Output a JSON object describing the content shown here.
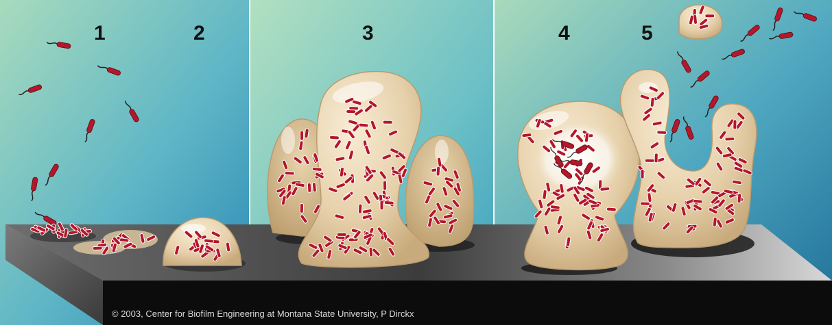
{
  "figure": {
    "stage_labels": [
      "1",
      "2",
      "3",
      "4",
      "5"
    ],
    "credit": "© 2003, Center for Biofilm Engineering at Montana State University, P Dirckx"
  },
  "colors": {
    "panel_top": "#9fd3bb",
    "panel_bottom": "#2d93bb",
    "surface_top": "#4a4a4a",
    "surface_front": "#0c0c0c",
    "biofilm": "#e9d6b4",
    "biofilm_edge": "#b99b6e",
    "bacterium": "#b3172b",
    "bacterium_outline": "#ffffff"
  }
}
